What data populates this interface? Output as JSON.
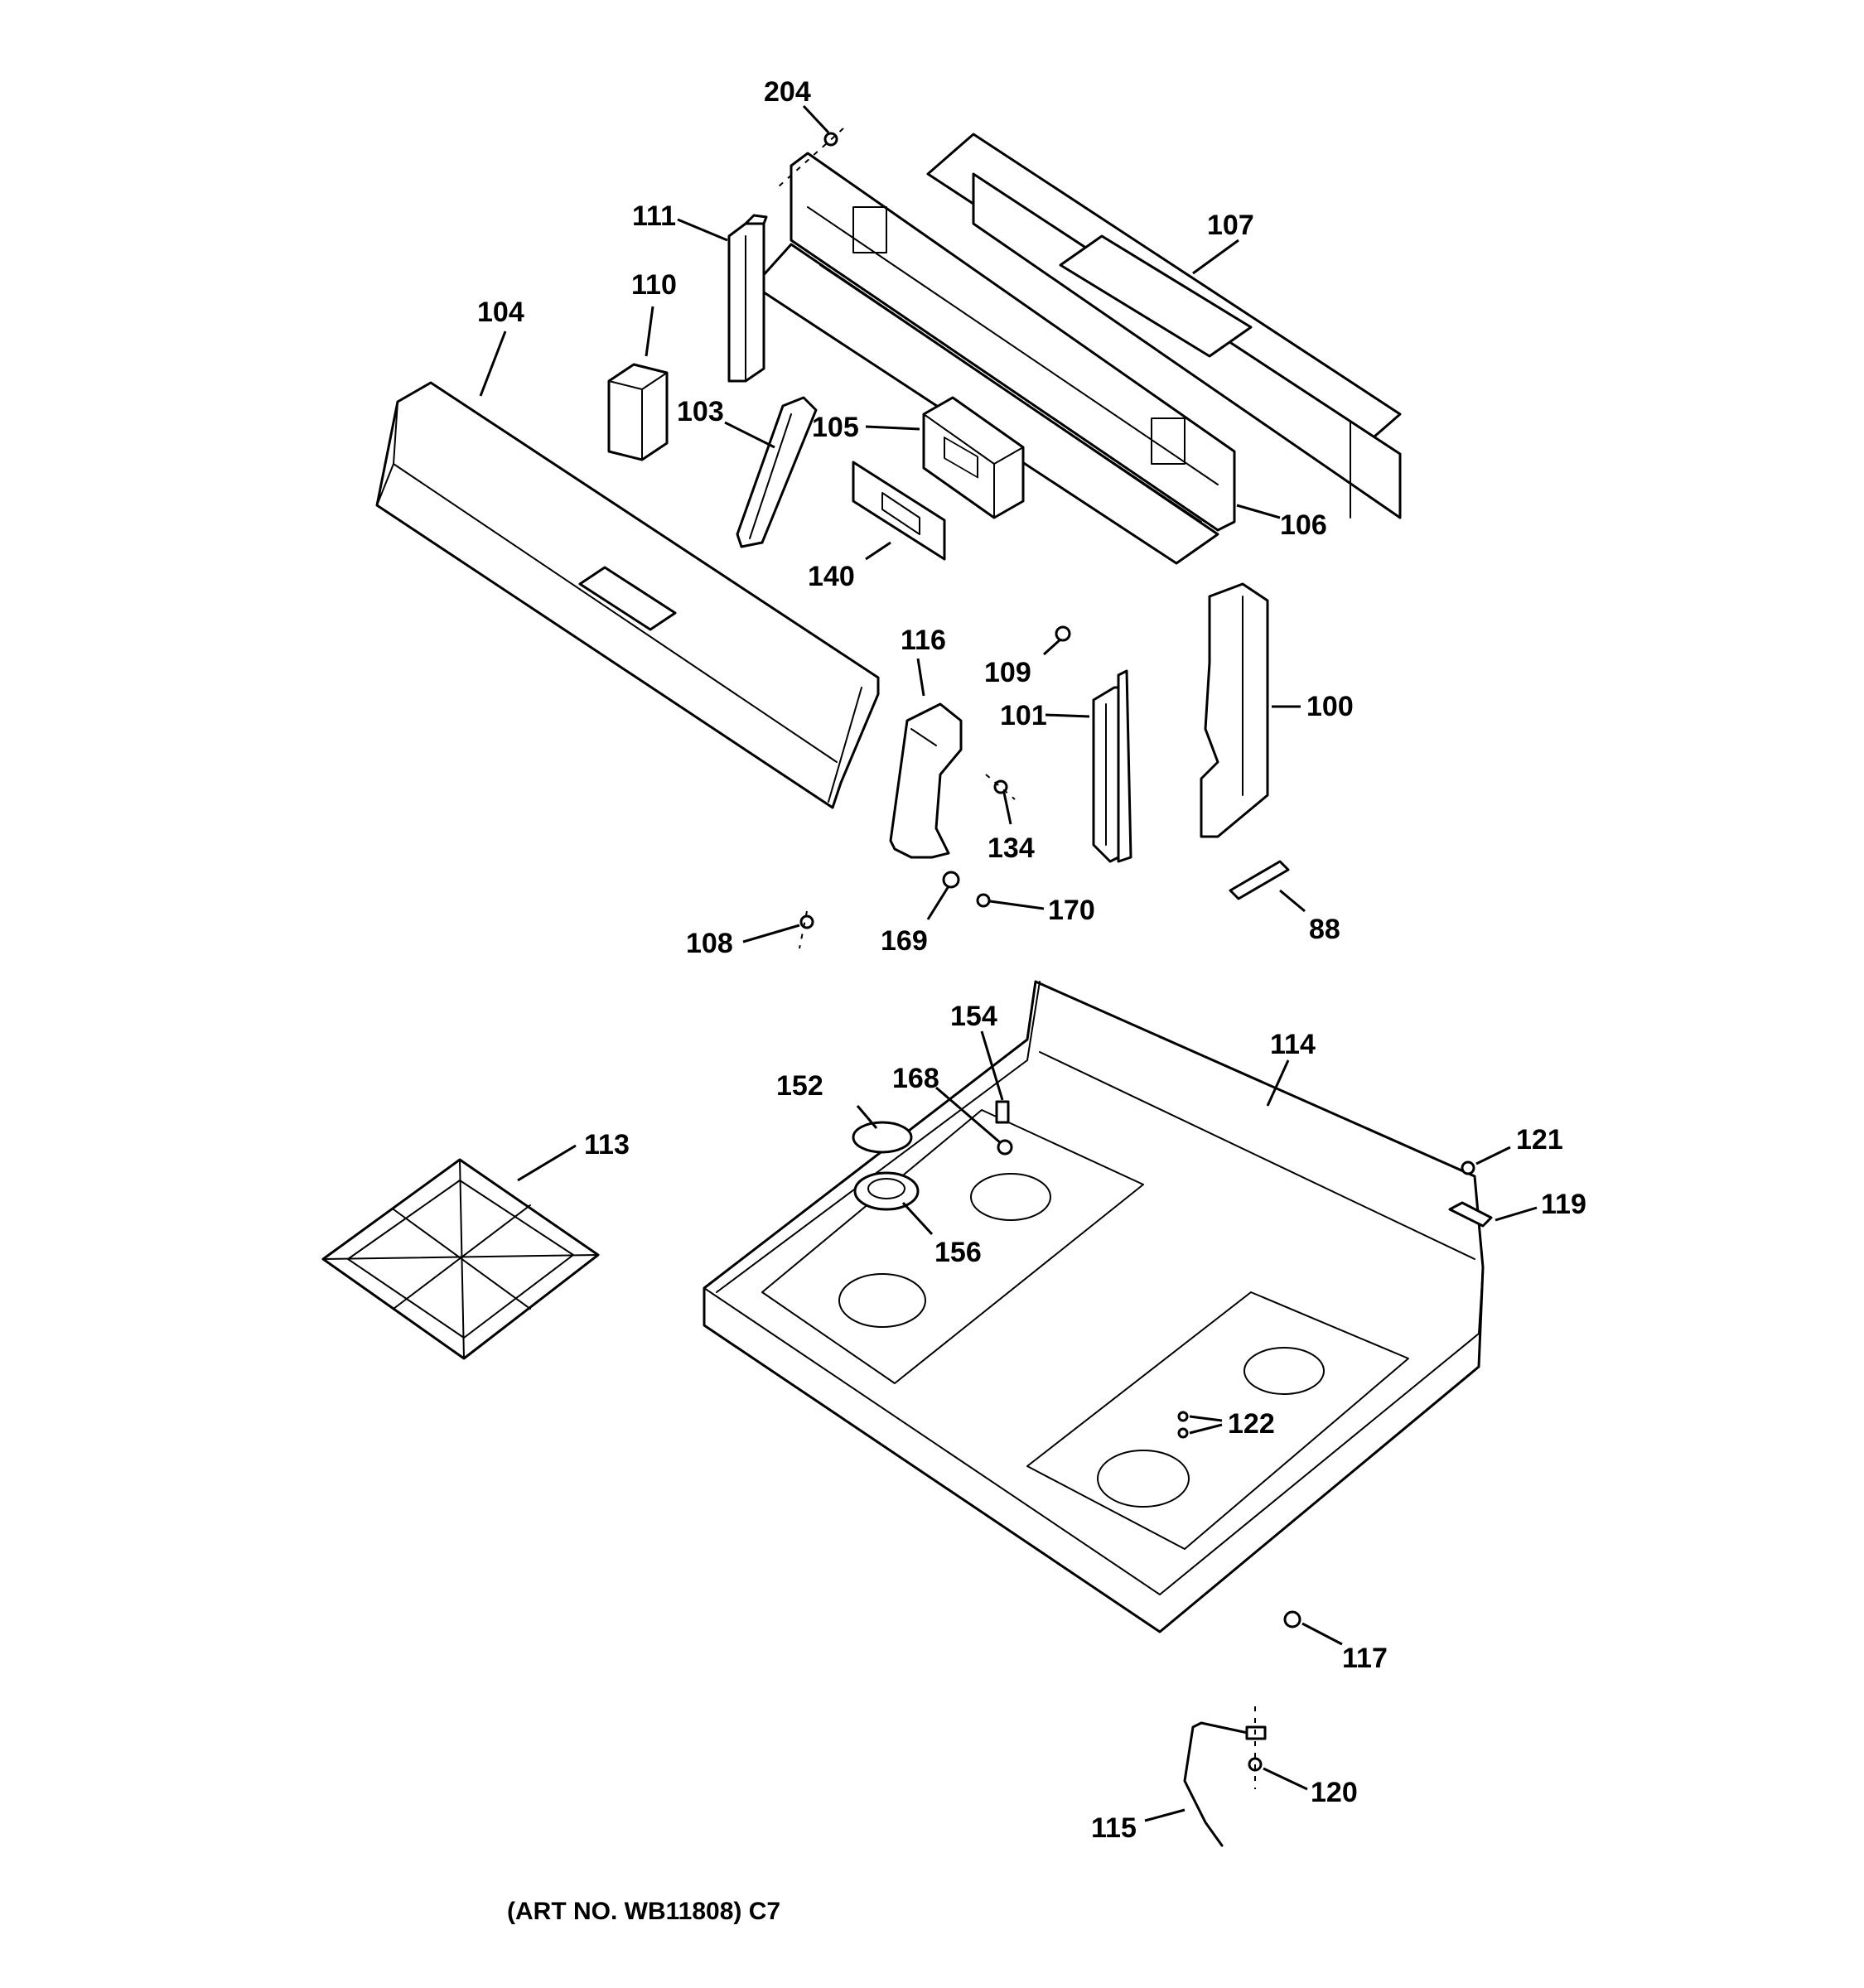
{
  "labels": {
    "l204": "204",
    "l111": "111",
    "l107": "107",
    "l110": "110",
    "l104": "104",
    "l103": "103",
    "l105": "105",
    "l106": "106",
    "l140": "140",
    "l116": "116",
    "l109": "109",
    "l101": "101",
    "l100": "100",
    "l134": "134",
    "l108": "108",
    "l169": "169",
    "l170": "170",
    "l88": "88",
    "l154": "154",
    "l114": "114",
    "l152": "152",
    "l168": "168",
    "l113": "113",
    "l121": "121",
    "l119": "119",
    "l156": "156",
    "l122": "122",
    "l117": "117",
    "l120": "120",
    "l115": "115"
  },
  "caption": "(ART NO. WB11808) C7"
}
